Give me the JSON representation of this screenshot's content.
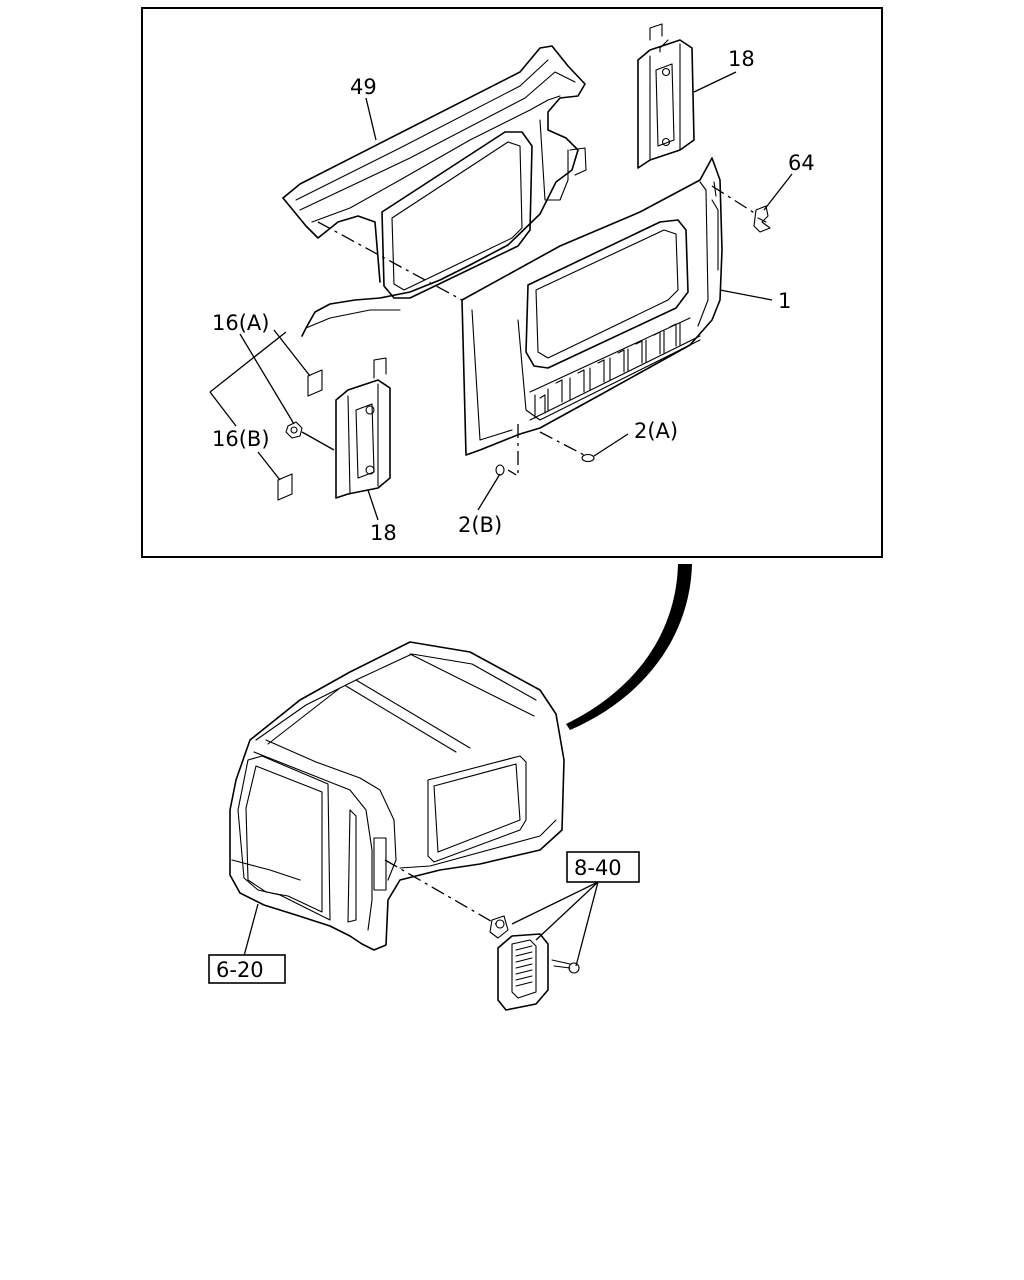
{
  "callouts": {
    "rear_panel": "1",
    "grommet_a": "2(A)",
    "grommet_b": "2(B)",
    "insulator_a": "16(A)",
    "insulator_b": "16(B)",
    "bracket_upper": "18",
    "bracket_lower": "18",
    "upper_panel": "49",
    "clip": "64"
  },
  "references": {
    "cab_assembly": "6-20",
    "rear_vent": "8-40"
  }
}
